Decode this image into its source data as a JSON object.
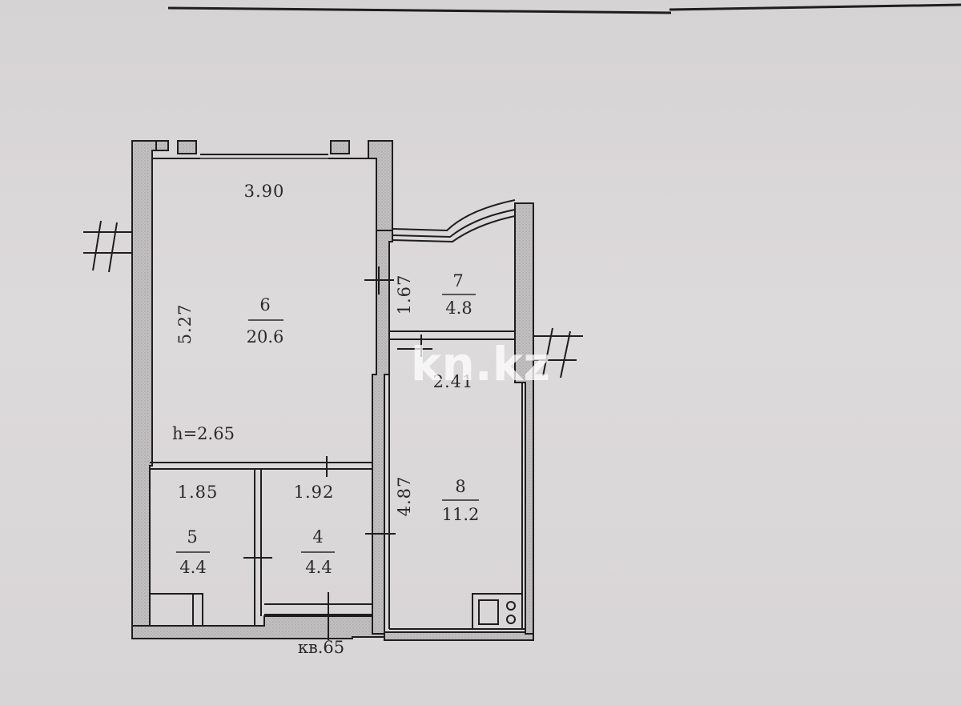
{
  "plan": {
    "rooms": [
      {
        "id": "6",
        "number": "6",
        "area": "20.6"
      },
      {
        "id": "7",
        "number": "7",
        "area": "4.8"
      },
      {
        "id": "8",
        "number": "8",
        "area": "11.2"
      },
      {
        "id": "5",
        "number": "5",
        "area": "4.4"
      },
      {
        "id": "4",
        "number": "4",
        "area": "4.4"
      }
    ],
    "dimensions": {
      "room6_width": "3.90",
      "room6_length": "5.27",
      "room7_length": "1.67",
      "room8_width": "2.41",
      "room8_length": "4.87",
      "room5_width": "1.85",
      "room4_width": "1.92"
    },
    "ceiling_height": "h=2.65",
    "apartment_label": "кв.65",
    "watermark": "kn.kz"
  }
}
